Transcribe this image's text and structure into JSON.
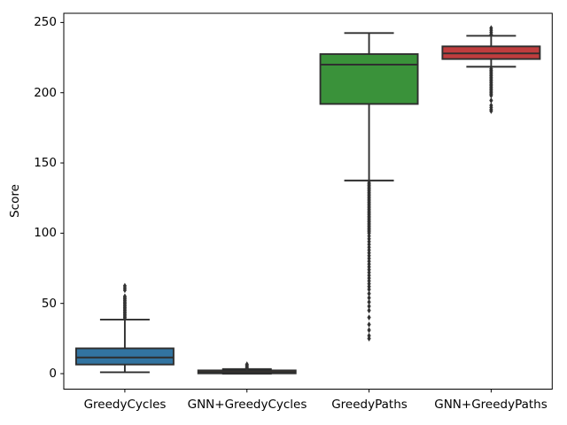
{
  "figure": {
    "background": "#ffffff",
    "spine_color": "#000000",
    "box_edge_color": "#2e2e2e",
    "flier_color": "#333333"
  },
  "chart_data": {
    "type": "boxplot",
    "title": "",
    "xlabel": "",
    "ylabel": "Score",
    "ylim": [
      -11,
      257
    ],
    "yticks": [
      0,
      50,
      100,
      150,
      200,
      250
    ],
    "grid": false,
    "legend": null,
    "categories": [
      "GreedyCycles",
      "GNN+GreedyCycles",
      "GreedyPaths",
      "GNN+GreedyPaths"
    ],
    "series": [
      {
        "label": "GreedyCycles",
        "color": "#3274a1",
        "whislo": 1,
        "q1": 6.5,
        "med": 11.5,
        "q3": 18,
        "whishi": 38.5,
        "outliers": [
          39,
          40,
          41,
          42,
          43,
          44,
          45,
          46,
          47,
          48,
          49,
          50,
          51,
          52,
          53,
          54,
          55,
          59.5,
          61,
          62.5
        ]
      },
      {
        "label": "GNN+GreedyCycles",
        "color": "#e1812c",
        "whislo": 0,
        "q1": 0.2,
        "med": 1.2,
        "q3": 2.3,
        "whishi": 3.3,
        "outliers": [
          3.8,
          4.4,
          5.1,
          5.8,
          6.6
        ]
      },
      {
        "label": "GreedyPaths",
        "color": "#3a923a",
        "whislo": 137.5,
        "q1": 192,
        "med": 220,
        "q3": 227.5,
        "whishi": 242.5,
        "outliers": [
          136,
          135,
          134,
          133,
          132,
          131,
          130,
          129,
          128,
          127,
          126,
          125,
          124,
          123,
          122,
          121,
          120,
          119,
          118,
          117,
          116,
          115,
          114,
          113,
          112,
          111,
          110,
          109,
          108,
          107,
          106,
          105,
          104,
          103,
          102,
          101,
          100,
          98,
          96,
          94,
          92,
          90,
          88,
          86,
          84,
          82,
          80,
          78,
          76,
          74,
          72,
          70,
          68,
          66,
          64,
          62,
          60,
          57,
          54,
          51,
          48,
          45,
          40,
          35,
          31,
          27,
          25
        ]
      },
      {
        "label": "GNN+GreedyPaths",
        "color": "#c03d3e",
        "whislo": 218.5,
        "q1": 224,
        "med": 228,
        "q3": 233,
        "whishi": 240.5,
        "outliers": [
          241.5,
          243,
          244.5,
          246,
          217,
          216,
          215,
          214,
          213,
          212,
          211,
          210,
          209,
          208,
          207,
          206,
          205,
          204,
          203,
          202,
          201,
          200,
          199,
          198,
          194.5,
          191,
          189.5,
          188,
          187
        ]
      }
    ]
  }
}
